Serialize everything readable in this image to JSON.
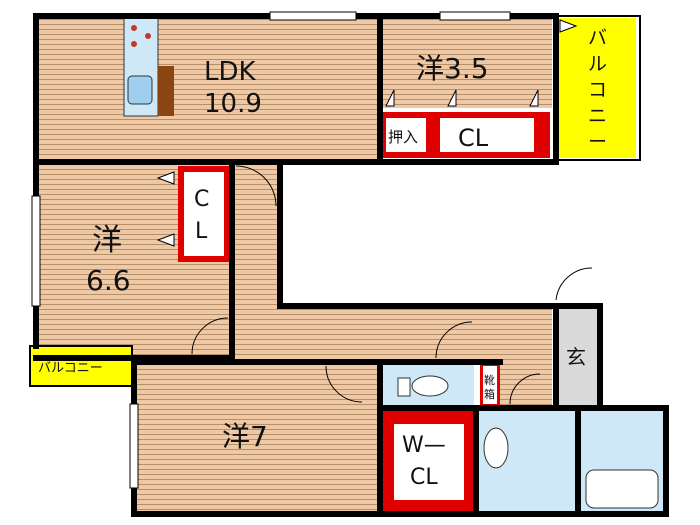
{
  "rooms": {
    "ldk": {
      "name": "LDK",
      "size": "10.9"
    },
    "room35": {
      "name": "洋3.5"
    },
    "room66": {
      "name": "洋",
      "size": "6.6"
    },
    "room7": {
      "name": "洋7"
    },
    "entrance": {
      "name": "玄"
    }
  },
  "storage": {
    "oshiire": "押入",
    "cl_top": "CL",
    "cl_mid_c": "C",
    "cl_mid_l": "L",
    "shoe_1": "靴",
    "shoe_2": "箱",
    "wcl_1": "W—",
    "wcl_2": "CL"
  },
  "balcony": {
    "right_chars": [
      "バ",
      "ル",
      "コ",
      "ニ",
      "ー"
    ],
    "left": "バルコニー"
  },
  "colors": {
    "floor": "#efc9a6",
    "floor_line": "#a8865f",
    "wall": "#000000",
    "closet": "#e00000",
    "wet": "#cfe8f8",
    "balcony": "#ffff00",
    "entrance": "#d9d9d9"
  }
}
